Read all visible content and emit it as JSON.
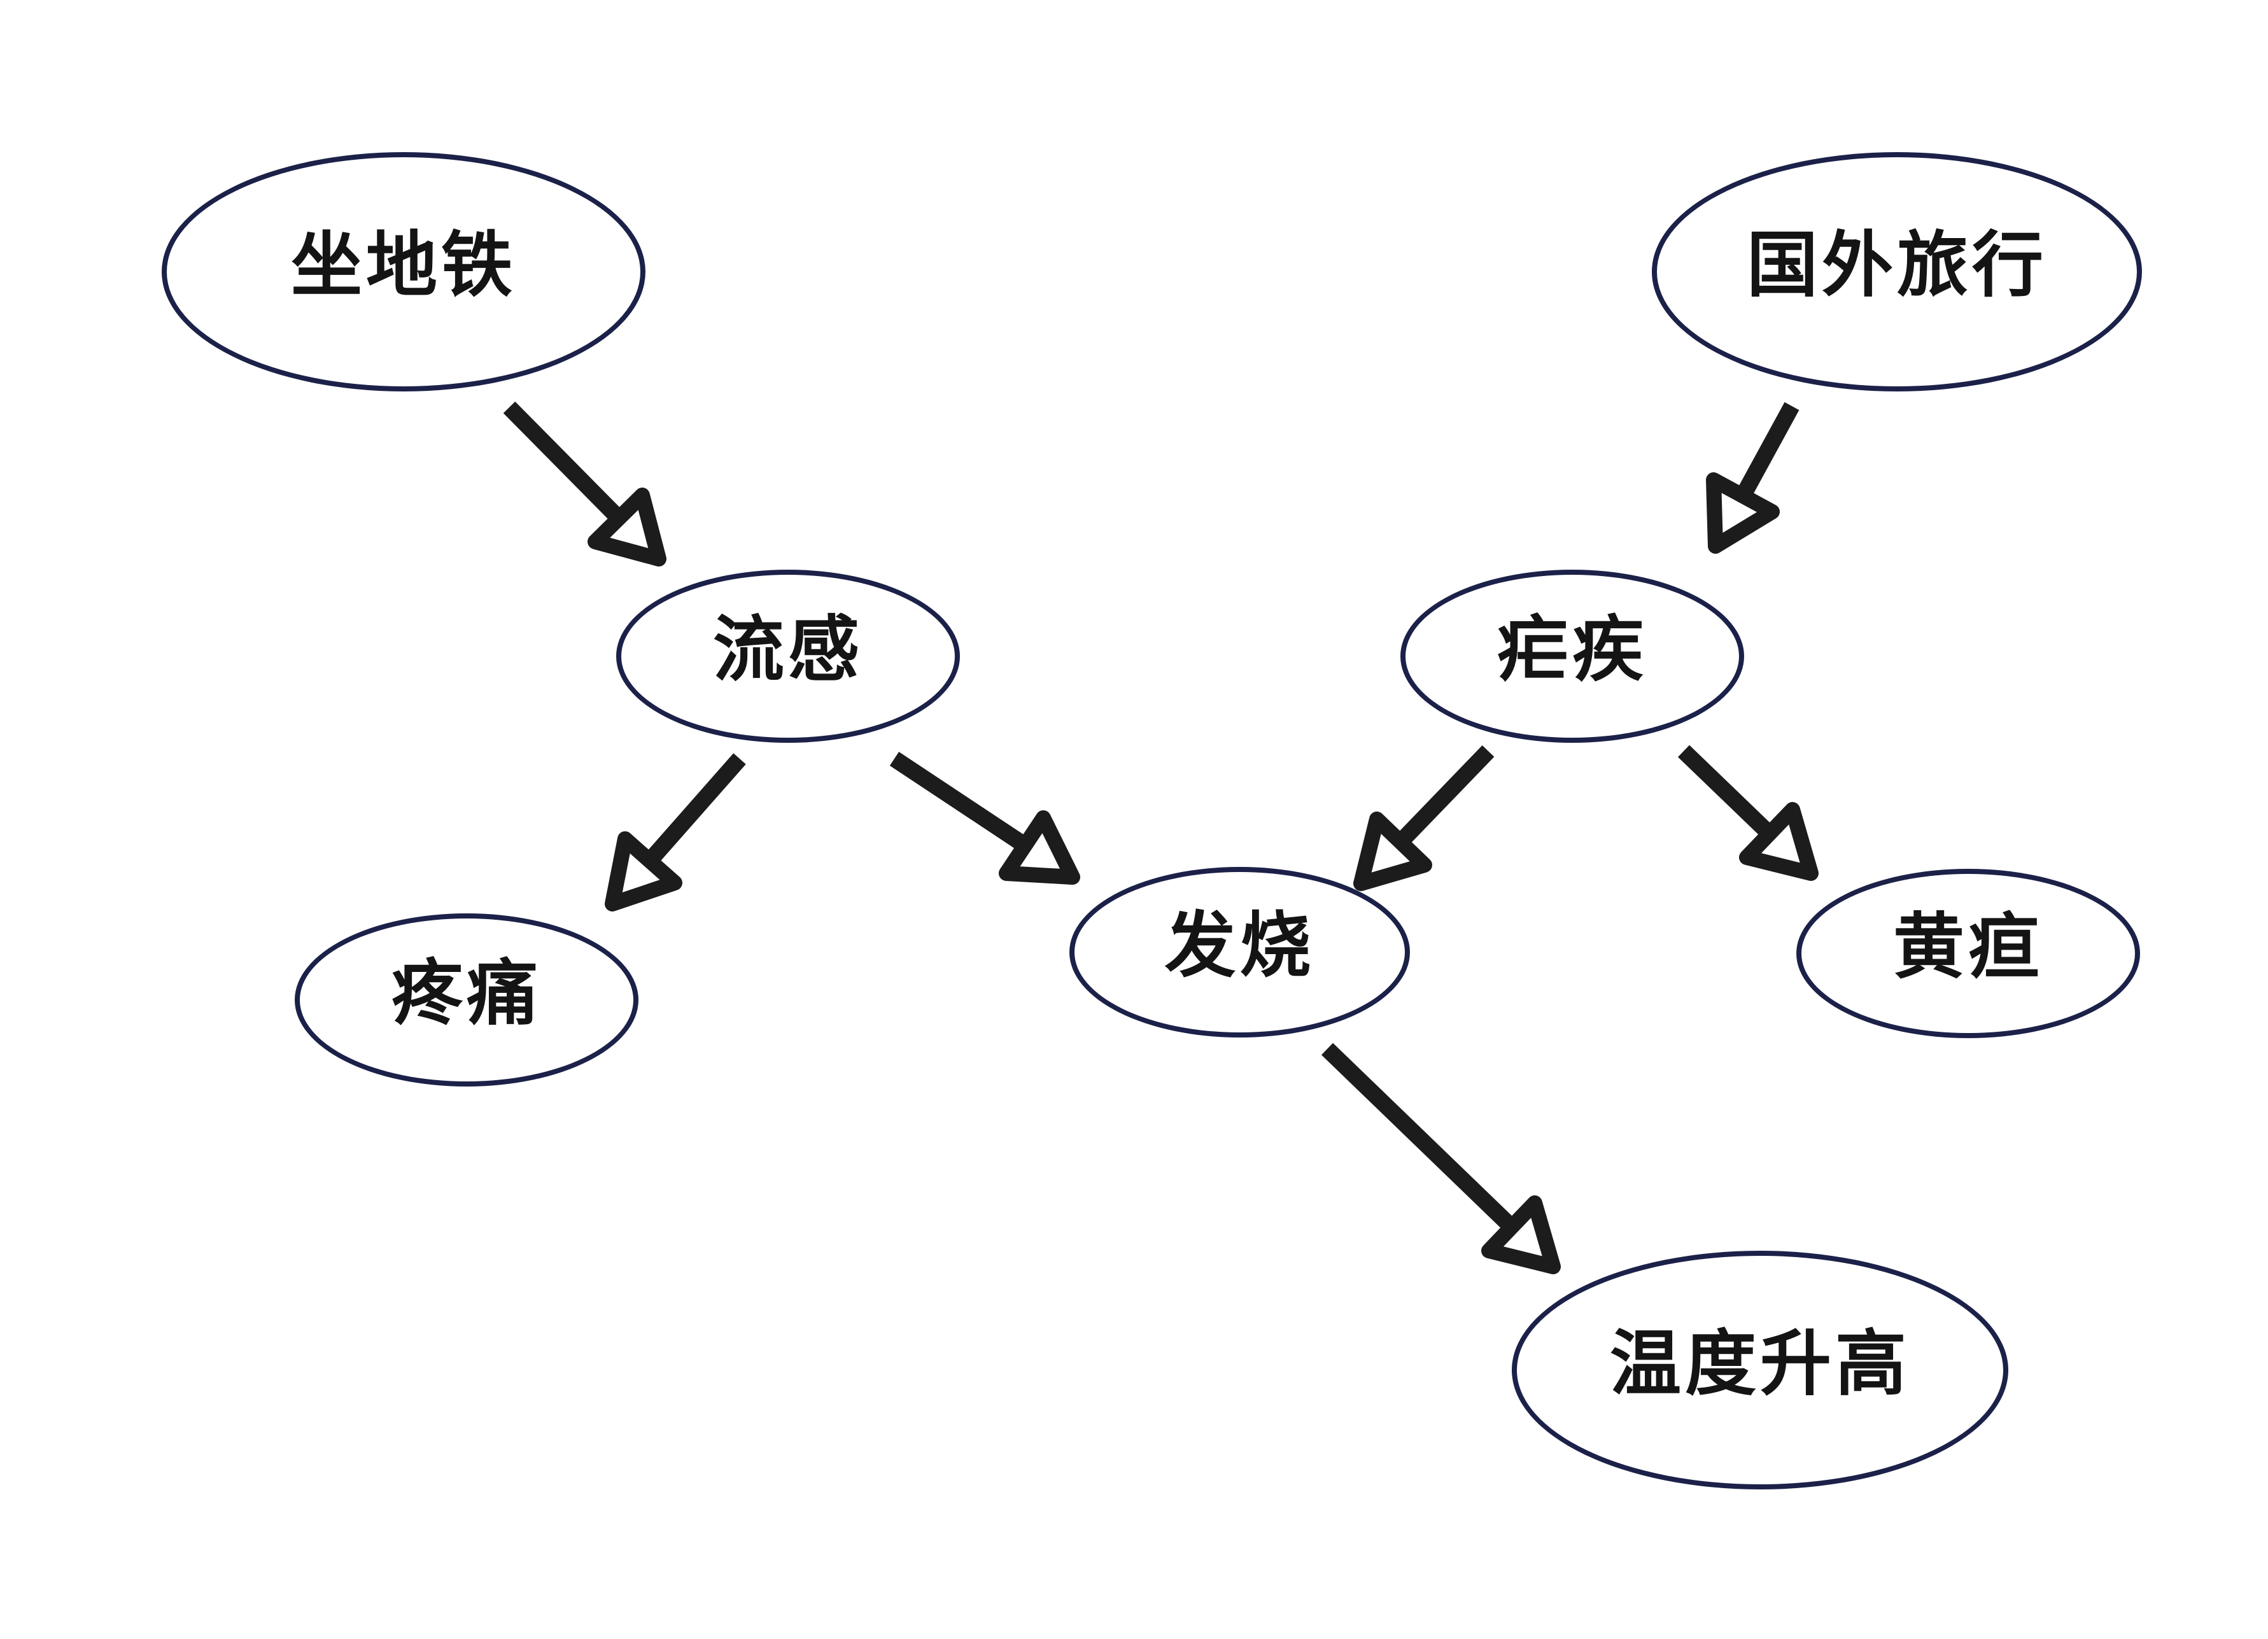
{
  "diagram": {
    "type": "directed-graph",
    "background_color": "#ffffff",
    "node_shape": "ellipse",
    "node_fill": "#ffffff",
    "node_stroke_color": "#1b2148",
    "edge_color": "#1c1c1c",
    "arrowhead_style": "hollow-triangle",
    "text_color": "#141414",
    "nodes": [
      {
        "id": "take-subway",
        "label": "坐地铁"
      },
      {
        "id": "foreign-travel",
        "label": "国外旅行"
      },
      {
        "id": "flu",
        "label": "流感"
      },
      {
        "id": "malaria",
        "label": "疟疾"
      },
      {
        "id": "pain",
        "label": "疼痛"
      },
      {
        "id": "fever",
        "label": "发烧"
      },
      {
        "id": "jaundice",
        "label": "黄疸"
      },
      {
        "id": "temperature-rise",
        "label": "温度升高"
      }
    ],
    "edges": [
      {
        "from": "take-subway",
        "to": "flu"
      },
      {
        "from": "foreign-travel",
        "to": "malaria"
      },
      {
        "from": "flu",
        "to": "pain"
      },
      {
        "from": "flu",
        "to": "fever"
      },
      {
        "from": "malaria",
        "to": "fever"
      },
      {
        "from": "malaria",
        "to": "jaundice"
      },
      {
        "from": "fever",
        "to": "temperature-rise"
      }
    ]
  }
}
